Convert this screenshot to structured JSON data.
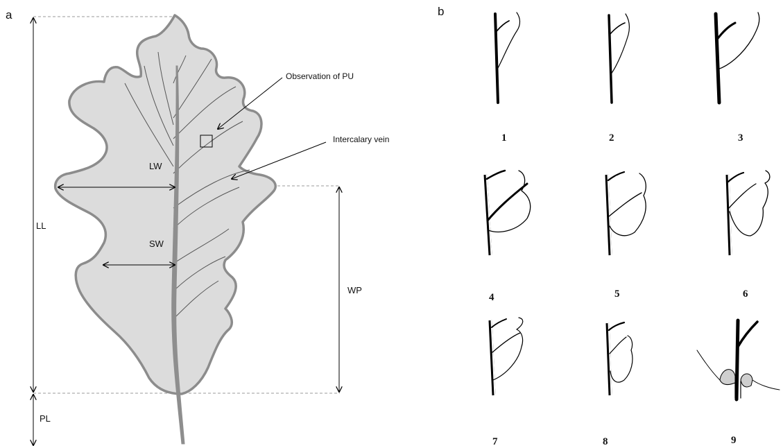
{
  "panel_a": {
    "label": "a",
    "LL": "LL",
    "PL": "PL",
    "LW": "LW",
    "SW": "SW",
    "WP": "WP",
    "observation": "Observation of PU",
    "intercalary": "Intercalary vein"
  },
  "panel_b": {
    "label": "b",
    "numbers": [
      "1",
      "2",
      "3",
      "4",
      "5",
      "6",
      "7",
      "8",
      "9"
    ]
  },
  "colors": {
    "leaf_fill": "#dcdcdc",
    "leaf_edge": "#8c8c8c",
    "ink": "#000000"
  }
}
